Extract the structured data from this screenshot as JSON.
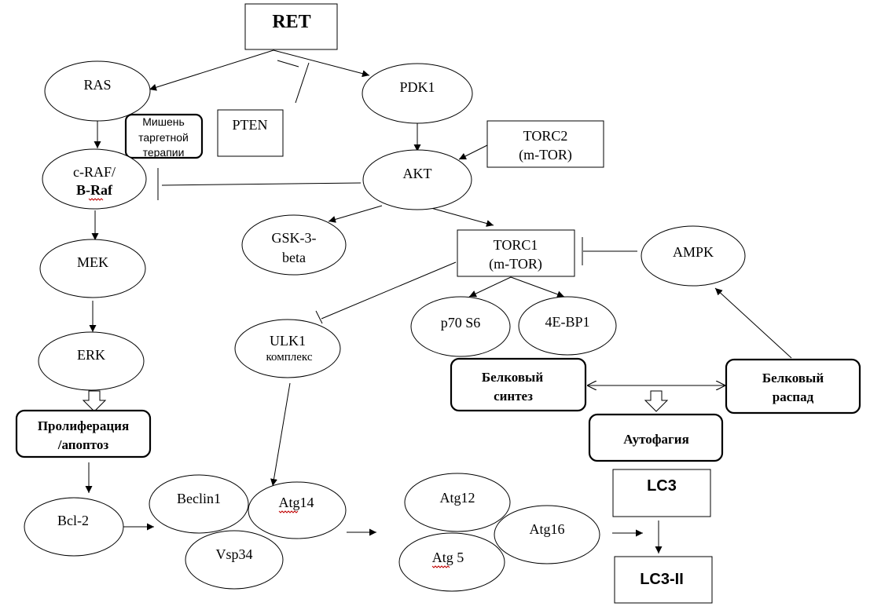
{
  "nodes": {
    "ret": {
      "lines": [
        "RET"
      ],
      "shape": "rect",
      "bold": true
    },
    "ras": {
      "lines": [
        "RAS"
      ],
      "shape": "ellipse"
    },
    "pdk1": {
      "lines": [
        "PDK1"
      ],
      "shape": "ellipse"
    },
    "pten": {
      "lines": [
        "PTEN"
      ],
      "shape": "rect"
    },
    "target_therapy": {
      "lines": [
        "Мишень",
        "таргетной",
        "терапии"
      ],
      "shape": "rounded-rect"
    },
    "raf": {
      "lines": [
        "c-RAF/",
        "B-Raf"
      ],
      "shape": "ellipse"
    },
    "torc2": {
      "lines": [
        "TORC2",
        "(m-TOR)"
      ],
      "shape": "rect"
    },
    "akt": {
      "lines": [
        "AKT"
      ],
      "shape": "ellipse"
    },
    "gsk3": {
      "lines": [
        "GSK-3-",
        "beta"
      ],
      "shape": "ellipse"
    },
    "torc1": {
      "lines": [
        "TORC1",
        "(m-TOR)"
      ],
      "shape": "rect"
    },
    "ampk": {
      "lines": [
        "AMPK"
      ],
      "shape": "ellipse"
    },
    "mek": {
      "lines": [
        "MEK"
      ],
      "shape": "ellipse"
    },
    "erk": {
      "lines": [
        "ERK"
      ],
      "shape": "ellipse"
    },
    "ulk1": {
      "lines": [
        "ULK1",
        "комплекс"
      ],
      "shape": "ellipse"
    },
    "p70s6": {
      "lines": [
        "p70 S6"
      ],
      "shape": "ellipse"
    },
    "4ebp1": {
      "lines": [
        "4E-BP1"
      ],
      "shape": "ellipse"
    },
    "protein_synthesis": {
      "lines": [
        "Белковый",
        "синтез"
      ],
      "shape": "rounded-rect",
      "bold": true
    },
    "protein_breakdown": {
      "lines": [
        "Белковый",
        "распад"
      ],
      "shape": "rounded-rect",
      "bold": true
    },
    "autophagy": {
      "lines": [
        "Аутофагия"
      ],
      "shape": "rounded-rect",
      "bold": true
    },
    "proliferation": {
      "lines": [
        "Пролиферация",
        "/апоптоз"
      ],
      "shape": "rounded-rect",
      "bold": true
    },
    "bcl2": {
      "lines": [
        "Bcl-2"
      ],
      "shape": "ellipse"
    },
    "beclin1": {
      "lines": [
        "Beclin1"
      ],
      "shape": "ellipse"
    },
    "atg14": {
      "lines": [
        "Atg14"
      ],
      "shape": "ellipse"
    },
    "vsp34": {
      "lines": [
        "Vsp34"
      ],
      "shape": "ellipse"
    },
    "atg12": {
      "lines": [
        "Atg12"
      ],
      "shape": "ellipse"
    },
    "atg5": {
      "lines": [
        "Atg 5"
      ],
      "shape": "ellipse"
    },
    "atg16": {
      "lines": [
        "Atg16"
      ],
      "shape": "ellipse"
    },
    "lc3": {
      "lines": [
        "LC3"
      ],
      "shape": "rect",
      "bold": true
    },
    "lc3ii": {
      "lines": [
        "LC3-II"
      ],
      "shape": "rect",
      "bold": true
    }
  },
  "edges": [
    {
      "from": "ret",
      "to": "ras",
      "type": "activation"
    },
    {
      "from": "ret",
      "to": "pdk1",
      "type": "activation"
    },
    {
      "from": "pten",
      "to": "ret",
      "type": "inhibition"
    },
    {
      "from": "ras",
      "to": "raf",
      "type": "activation"
    },
    {
      "from": "pdk1",
      "to": "akt",
      "type": "activation"
    },
    {
      "from": "torc2",
      "to": "akt",
      "type": "activation"
    },
    {
      "from": "akt",
      "to": "raf",
      "type": "inhibition"
    },
    {
      "from": "akt",
      "to": "gsk3",
      "type": "activation"
    },
    {
      "from": "akt",
      "to": "torc1",
      "type": "activation"
    },
    {
      "from": "ampk",
      "to": "torc1",
      "type": "inhibition"
    },
    {
      "from": "torc1",
      "to": "ulk1",
      "type": "inhibition"
    },
    {
      "from": "torc1",
      "to": "p70s6",
      "type": "activation"
    },
    {
      "from": "torc1",
      "to": "4ebp1",
      "type": "activation"
    },
    {
      "from": "raf",
      "to": "mek",
      "type": "activation"
    },
    {
      "from": "mek",
      "to": "erk",
      "type": "activation"
    },
    {
      "from": "erk",
      "to": "proliferation",
      "type": "block-arrow"
    },
    {
      "from": "proliferation",
      "to": "bcl2",
      "type": "activation"
    },
    {
      "from": "bcl2",
      "to": "beclin1",
      "type": "activation"
    },
    {
      "from": "ulk1",
      "to": "atg14",
      "type": "activation"
    },
    {
      "from": "atg14",
      "to": "atg12",
      "type": "activation"
    },
    {
      "from": "atg16",
      "to": "lc3",
      "type": "activation"
    },
    {
      "from": "lc3",
      "to": "lc3ii",
      "type": "activation"
    },
    {
      "from": "protein_synthesis",
      "to": "protein_breakdown",
      "type": "bidirectional"
    },
    {
      "from": "protein_synthesis",
      "to": "autophagy",
      "type": "block-arrow"
    },
    {
      "from": "protein_breakdown",
      "to": "ampk",
      "type": "activation"
    }
  ]
}
